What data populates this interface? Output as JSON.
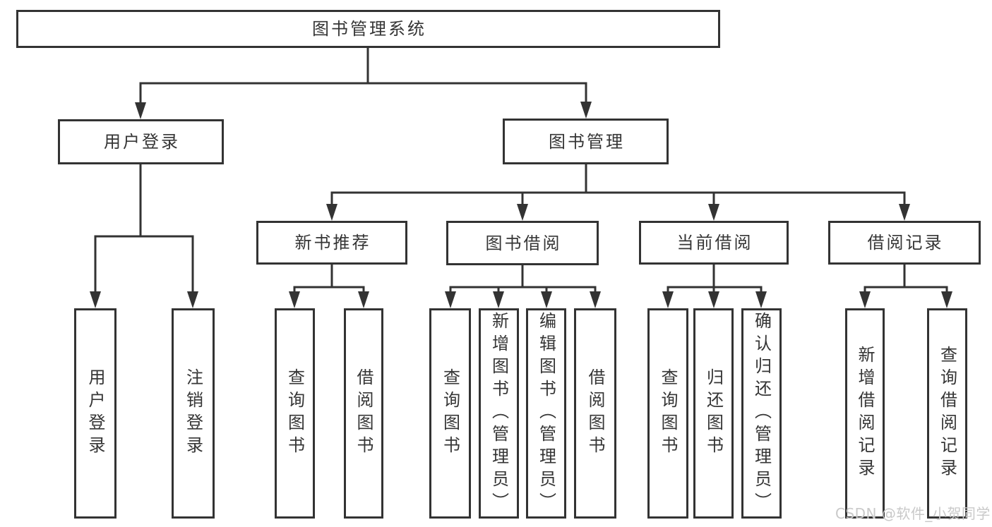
{
  "diagram": {
    "root": {
      "label": "图书管理系统"
    },
    "branches": [
      {
        "label": "用户登录",
        "children": [
          {
            "label": "用户登录"
          },
          {
            "label": "注销登录"
          }
        ]
      },
      {
        "label": "图书管理",
        "children": [
          {
            "label": "新书推荐",
            "children": [
              {
                "label": "查询图书"
              },
              {
                "label": "借阅图书"
              }
            ]
          },
          {
            "label": "图书借阅",
            "children": [
              {
                "label": "查询图书"
              },
              {
                "label": "新增图书（管理员）"
              },
              {
                "label": "编辑图书（管理员）"
              },
              {
                "label": "借阅图书"
              }
            ]
          },
          {
            "label": "当前借阅",
            "children": [
              {
                "label": "查询图书"
              },
              {
                "label": "归还图书"
              },
              {
                "label": "确认归还（管理员）"
              }
            ]
          },
          {
            "label": "借阅记录",
            "children": [
              {
                "label": "新增借阅记录"
              },
              {
                "label": "查询借阅记录"
              }
            ]
          }
        ]
      }
    ],
    "watermark": "CSDN @软件_小贺同学",
    "colors": {
      "line": "#333333",
      "text": "#353535",
      "background": "#ffffff",
      "watermark": "#c9c9c9"
    }
  }
}
